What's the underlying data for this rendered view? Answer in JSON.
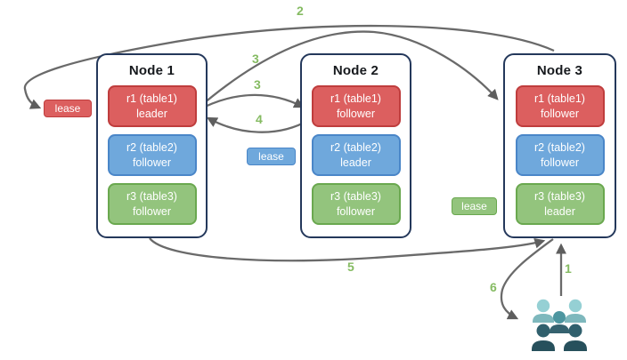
{
  "diagram": {
    "nodes": [
      {
        "title": "Node 1",
        "replicas": [
          {
            "name": "r1 (table1)",
            "role": "leader",
            "color": "red"
          },
          {
            "name": "r2 (table2)",
            "role": "follower",
            "color": "blue"
          },
          {
            "name": "r3 (table3)",
            "role": "follower",
            "color": "green"
          }
        ]
      },
      {
        "title": "Node 2",
        "replicas": [
          {
            "name": "r1 (table1)",
            "role": "follower",
            "color": "red"
          },
          {
            "name": "r2 (table2)",
            "role": "leader",
            "color": "blue"
          },
          {
            "name": "r3 (table3)",
            "role": "follower",
            "color": "green"
          }
        ]
      },
      {
        "title": "Node 3",
        "replicas": [
          {
            "name": "r1 (table1)",
            "role": "follower",
            "color": "red"
          },
          {
            "name": "r2 (table2)",
            "role": "follower",
            "color": "blue"
          },
          {
            "name": "r3 (table3)",
            "role": "leader",
            "color": "green"
          }
        ]
      }
    ],
    "leases": [
      {
        "label": "lease",
        "color": "red"
      },
      {
        "label": "lease",
        "color": "blue"
      },
      {
        "label": "lease",
        "color": "green"
      }
    ],
    "steps": {
      "step1": "1",
      "step2": "2",
      "step3a": "3",
      "step3b": "3",
      "step4": "4",
      "step5": "5",
      "step6": "6"
    },
    "icons": {
      "users": "users-group-icon"
    },
    "colors": {
      "replica_red": "#dc5f5f",
      "replica_red_border": "#bf3d3d",
      "replica_blue": "#6fa8dc",
      "replica_blue_border": "#4a86c8",
      "replica_green": "#93c47d",
      "replica_green_border": "#6aa84f",
      "node_border": "#24385b",
      "arrow": "#666666",
      "step_label": "#85bb62",
      "users_light": "#8ecbd1",
      "users_medium": "#4d96a0",
      "users_dark": "#2f5b68"
    }
  }
}
